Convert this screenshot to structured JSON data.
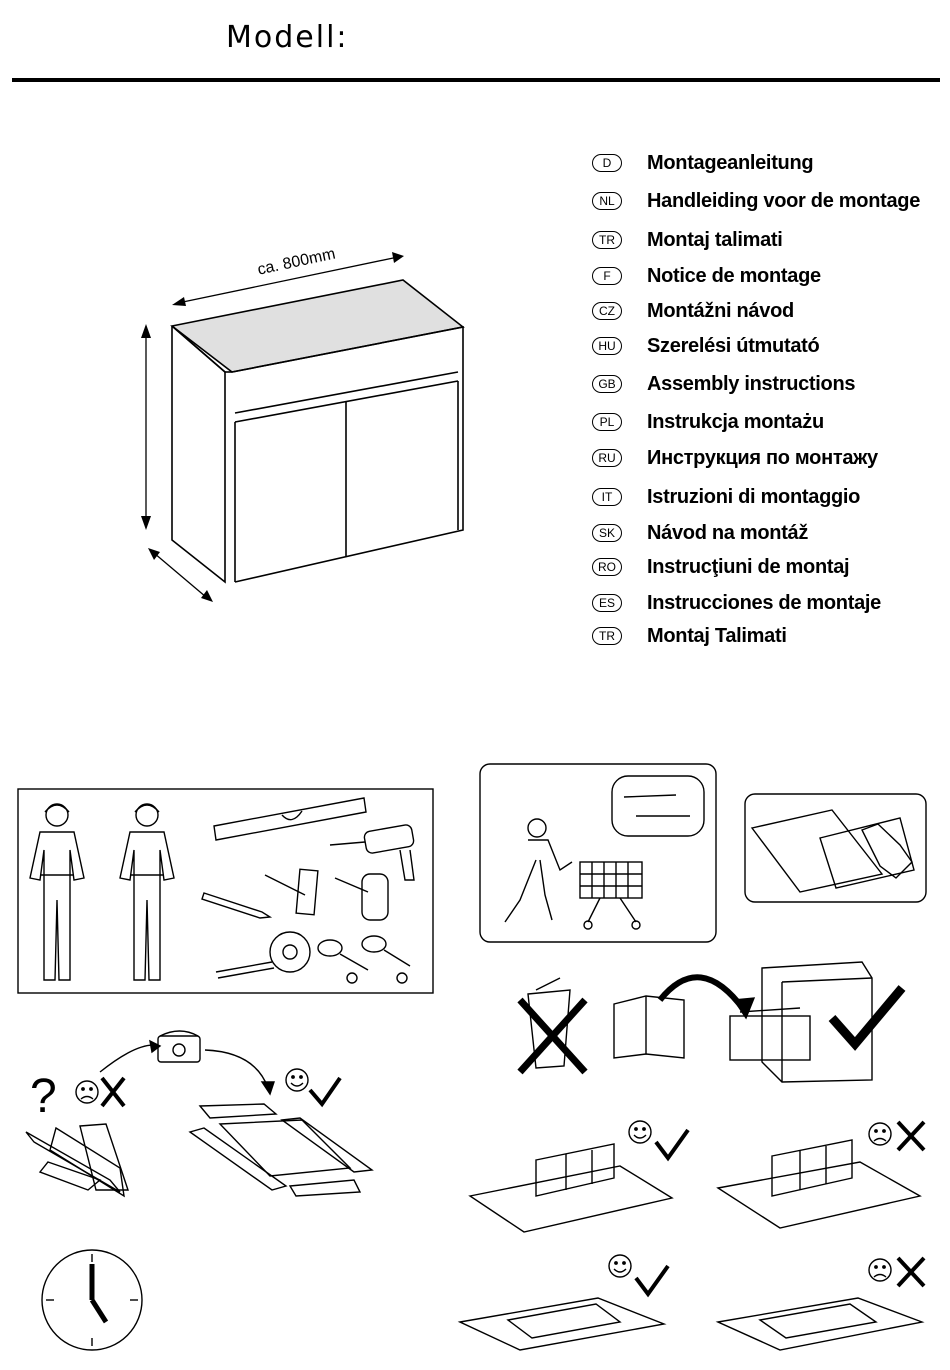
{
  "header": {
    "model_label": "Modell:"
  },
  "product": {
    "width_label": "ca. 800mm"
  },
  "languages": [
    {
      "code": "D",
      "text": "Montageanleitung"
    },
    {
      "code": "NL",
      "text": "Handleiding voor de montage"
    },
    {
      "code": "TR",
      "text": "Montaj talimati"
    },
    {
      "code": "F",
      "text": "Notice de montage"
    },
    {
      "code": "CZ",
      "text": "Montážni návod"
    },
    {
      "code": "HU",
      "text": "Szerelési útmutató"
    },
    {
      "code": "GB",
      "text": "Assembly instructions"
    },
    {
      "code": "PL",
      "text": "Instrukcja montażu"
    },
    {
      "code": "RU",
      "text": "Инструкция по монтажу"
    },
    {
      "code": "IT",
      "text": "Istruzioni di montaggio"
    },
    {
      "code": "SK",
      "text": "Návod na montáž"
    },
    {
      "code": "RO",
      "text": "Instrucţiuni de montaj"
    },
    {
      "code": "ES",
      "text": "Instrucciones de montaje"
    },
    {
      "code": "TR",
      "text": "Montaj Talimati"
    }
  ],
  "icons": {
    "help_mark": "?",
    "tools": [
      "spirit-level-icon",
      "drill-icon",
      "pencil-icon",
      "hammer-icon",
      "mallet-icon",
      "tape-measure-icon",
      "phillips-screwdriver-icon",
      "flat-screwdriver-icon"
    ],
    "workers": [
      "worker-icon",
      "worker-icon"
    ]
  }
}
